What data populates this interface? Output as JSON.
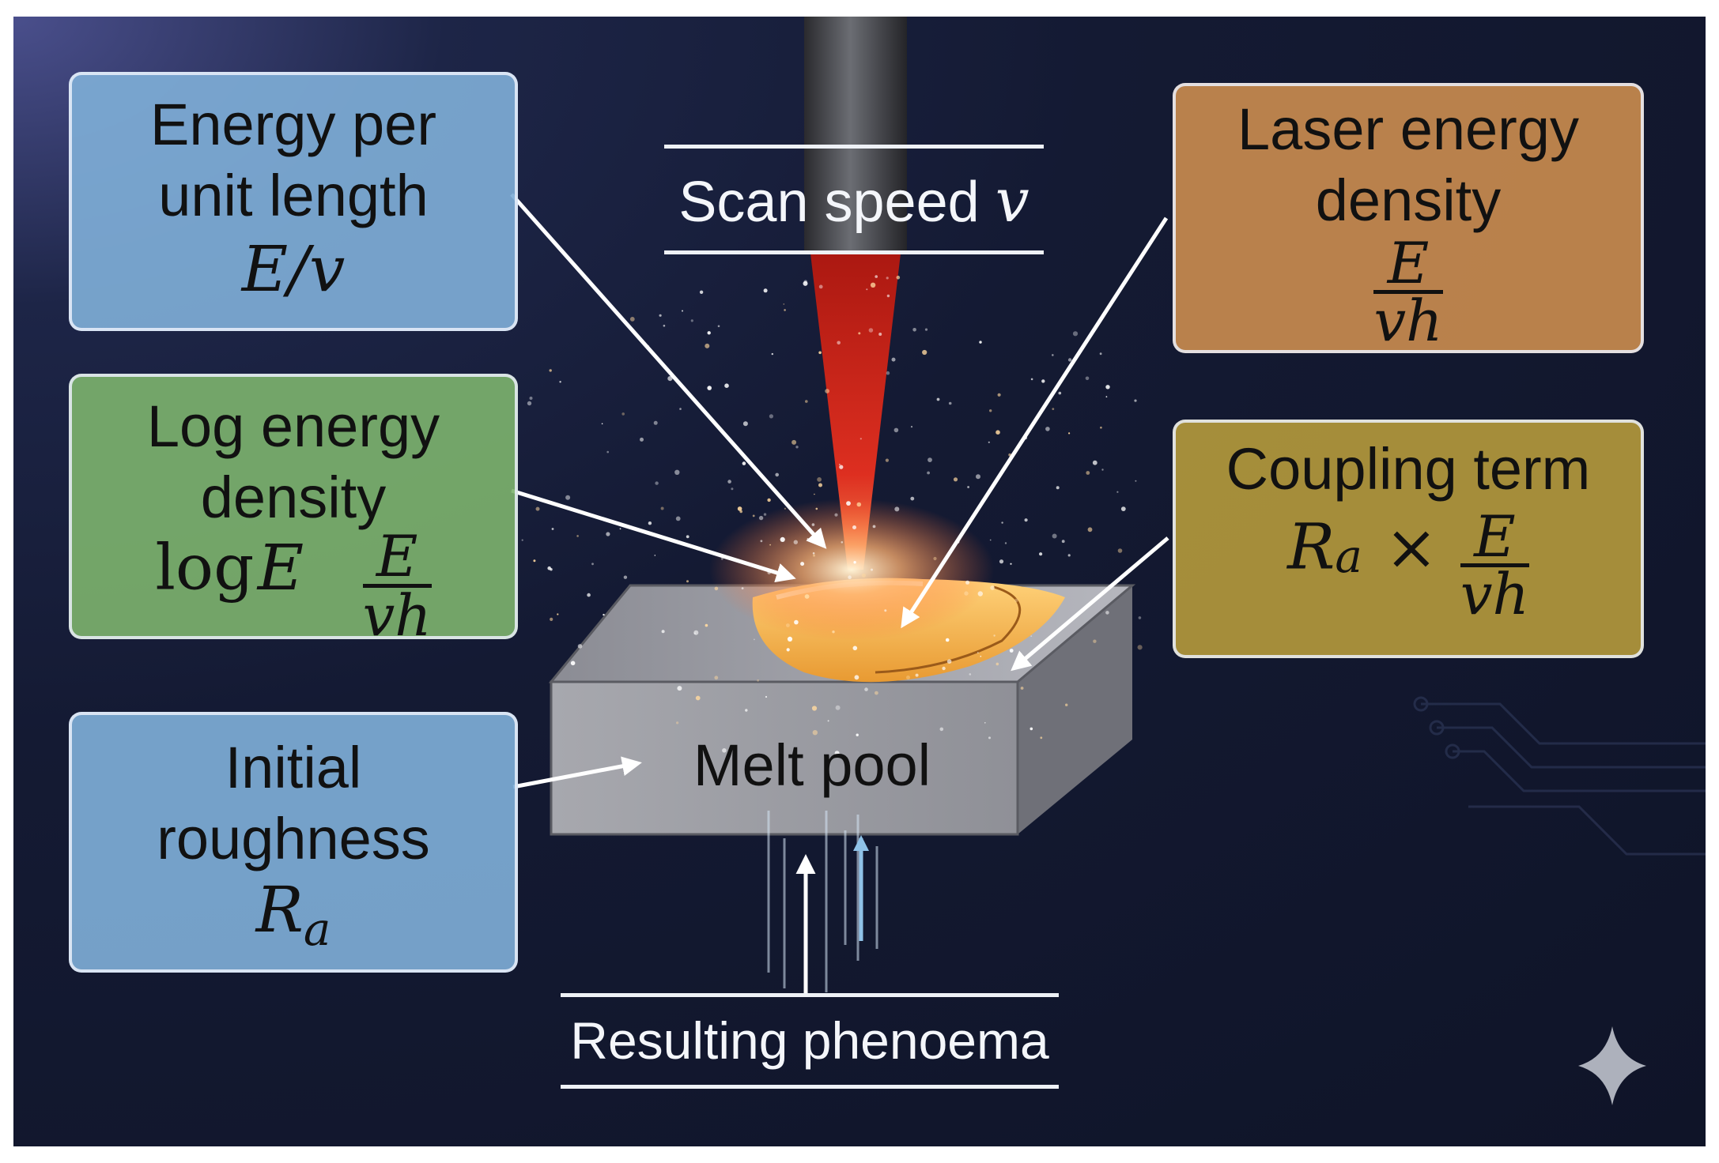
{
  "boxes": {
    "energy_length": {
      "line1": "Energy per",
      "line2": "unit length",
      "formula": "E/v"
    },
    "log_energy": {
      "line1": "Log energy",
      "line2": "density",
      "formula_log": "log",
      "formula_var": "E",
      "frac_num": "E",
      "frac_den": "vh"
    },
    "roughness": {
      "line1": "Initial",
      "line2": "roughness",
      "formula_base": "R",
      "formula_sub": "a"
    },
    "laser_energy": {
      "line1": "Laser energy",
      "line2": "density",
      "frac_num": "E",
      "frac_den": "vh"
    },
    "coupling": {
      "line1": "Coupling term",
      "formula_base": "R",
      "formula_sub": "a",
      "times": "×",
      "frac_num": "E",
      "frac_den": "vh"
    }
  },
  "scan_speed": {
    "label": "Scan speed",
    "symbol": "v"
  },
  "melt_pool": {
    "label": "Melt pool"
  },
  "resulting": {
    "label": "Resulting phenoema"
  },
  "colors": {
    "background": "#141a33",
    "box_blue": "#7eacd6",
    "box_green": "#7db46e",
    "box_orange": "#c4884e",
    "box_olive": "#b2983c",
    "laser": "#e2261c",
    "melt_pool": "#f0a53a",
    "block": "#9a9ba3"
  },
  "icons": {
    "sparkle": "sparkle-icon"
  }
}
